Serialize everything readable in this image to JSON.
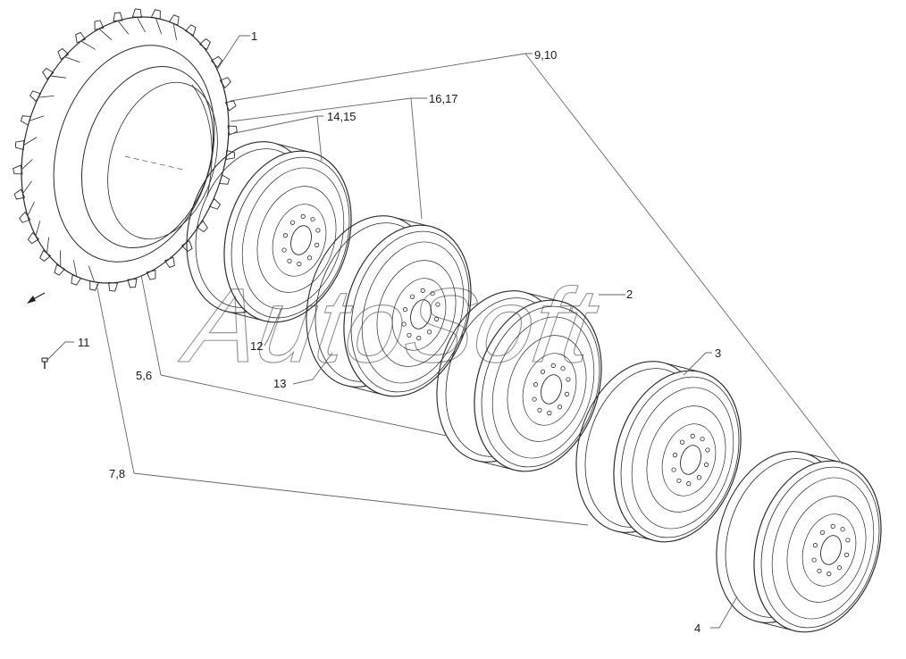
{
  "callouts": {
    "c1": "1",
    "c2": "2",
    "c3": "3",
    "c4": "4",
    "c5_6": "5,6",
    "c7_8": "7,8",
    "c9_10": "9,10",
    "c11": "11",
    "c12": "12",
    "c13": "13",
    "c14_15": "14,15",
    "c16_17": "16,17"
  },
  "watermark": "AutoSoft",
  "colors": {
    "line": "#2b2b2b",
    "leader": "#666666",
    "background": "#ffffff"
  }
}
